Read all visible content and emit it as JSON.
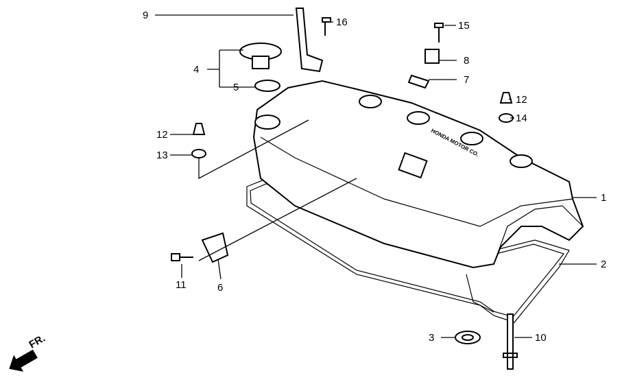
{
  "diagram": {
    "title": "Cylinder head cover exploded view",
    "direction_marker": "FR.",
    "cover_logo_text": "HONDA MOTOR CO.",
    "callouts": [
      "1",
      "2",
      "3",
      "4",
      "5",
      "6",
      "7",
      "8",
      "9",
      "10",
      "11",
      "12",
      "12",
      "13",
      "14",
      "15",
      "16"
    ]
  }
}
